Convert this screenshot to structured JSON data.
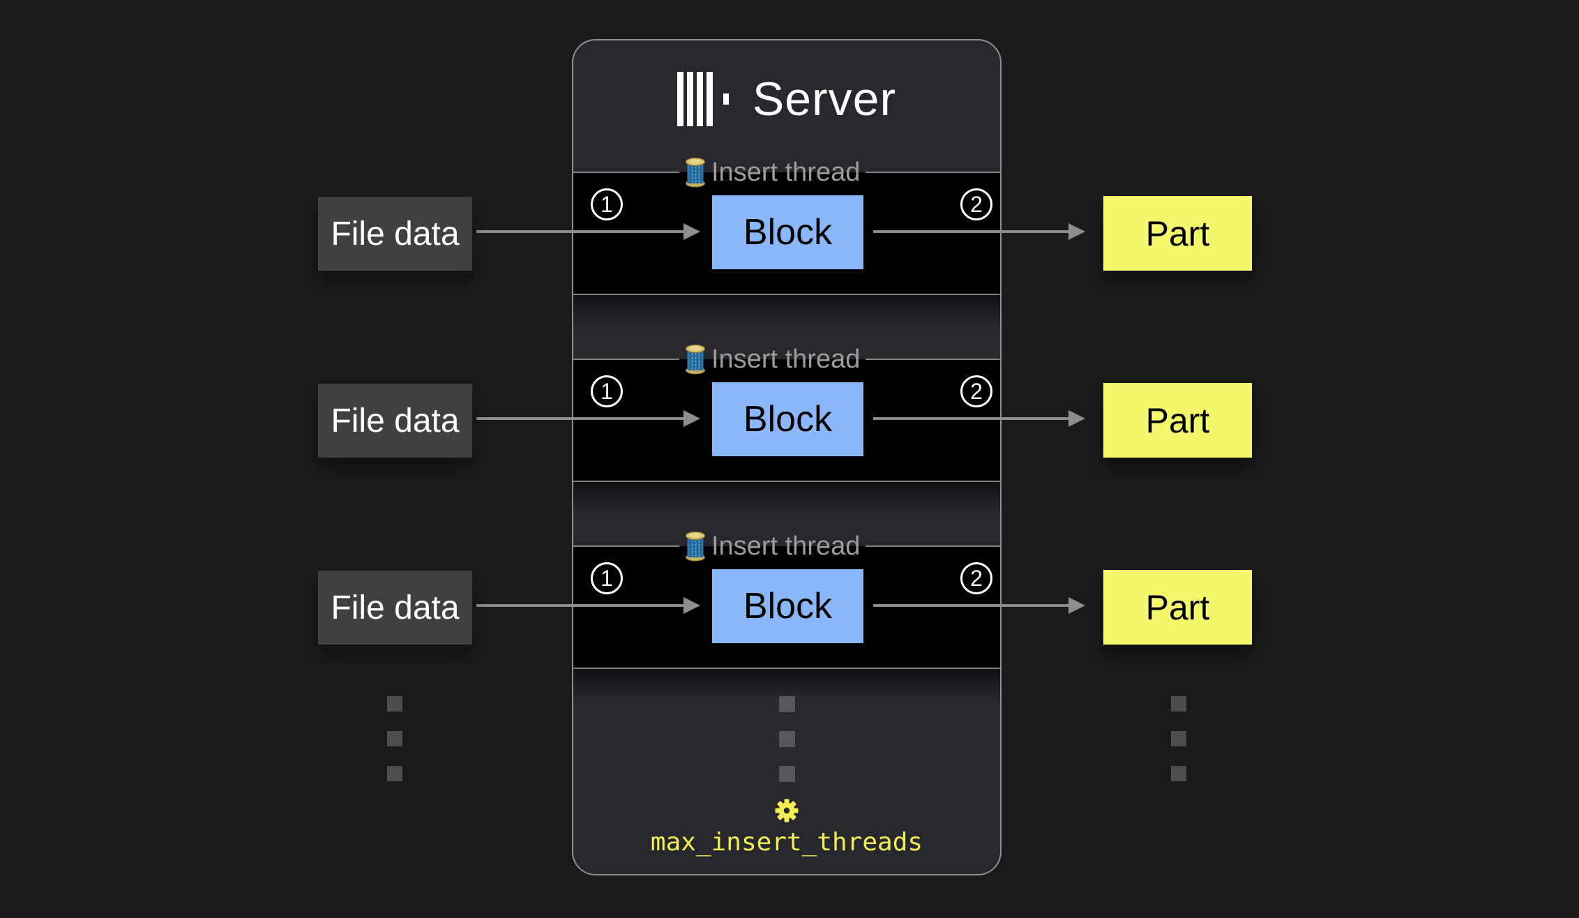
{
  "background_color": "#1a1a1a",
  "server_panel": {
    "title": "Server",
    "logo_icon": "clickhouse-logo",
    "threads": [
      {
        "icon": "thread-spool",
        "legend": "Insert thread",
        "step_in": "1",
        "node_label": "Block",
        "step_out": "2"
      },
      {
        "icon": "thread-spool",
        "legend": "Insert thread",
        "step_in": "1",
        "node_label": "Block",
        "step_out": "2"
      },
      {
        "icon": "thread-spool",
        "legend": "Insert thread",
        "step_in": "1",
        "node_label": "Block",
        "step_out": "2"
      }
    ],
    "setting": {
      "icon": "gear",
      "label": "max_insert_threads"
    }
  },
  "inputs": [
    {
      "label": "File data"
    },
    {
      "label": "File data"
    },
    {
      "label": "File data"
    }
  ],
  "outputs": [
    {
      "label": "Part"
    },
    {
      "label": "Part"
    },
    {
      "label": "Part"
    }
  ],
  "colors": {
    "panel_bg": "#27282e",
    "panel_border": "#8f9093",
    "thread_box_bg": "#000000",
    "block_fill": "#89b7f8",
    "file_fill": "#404040",
    "part_fill": "#f5f76c",
    "arrow": "#8e8e8e",
    "legend_text": "#9c9c9c",
    "setting_text": "#f3ee55"
  }
}
